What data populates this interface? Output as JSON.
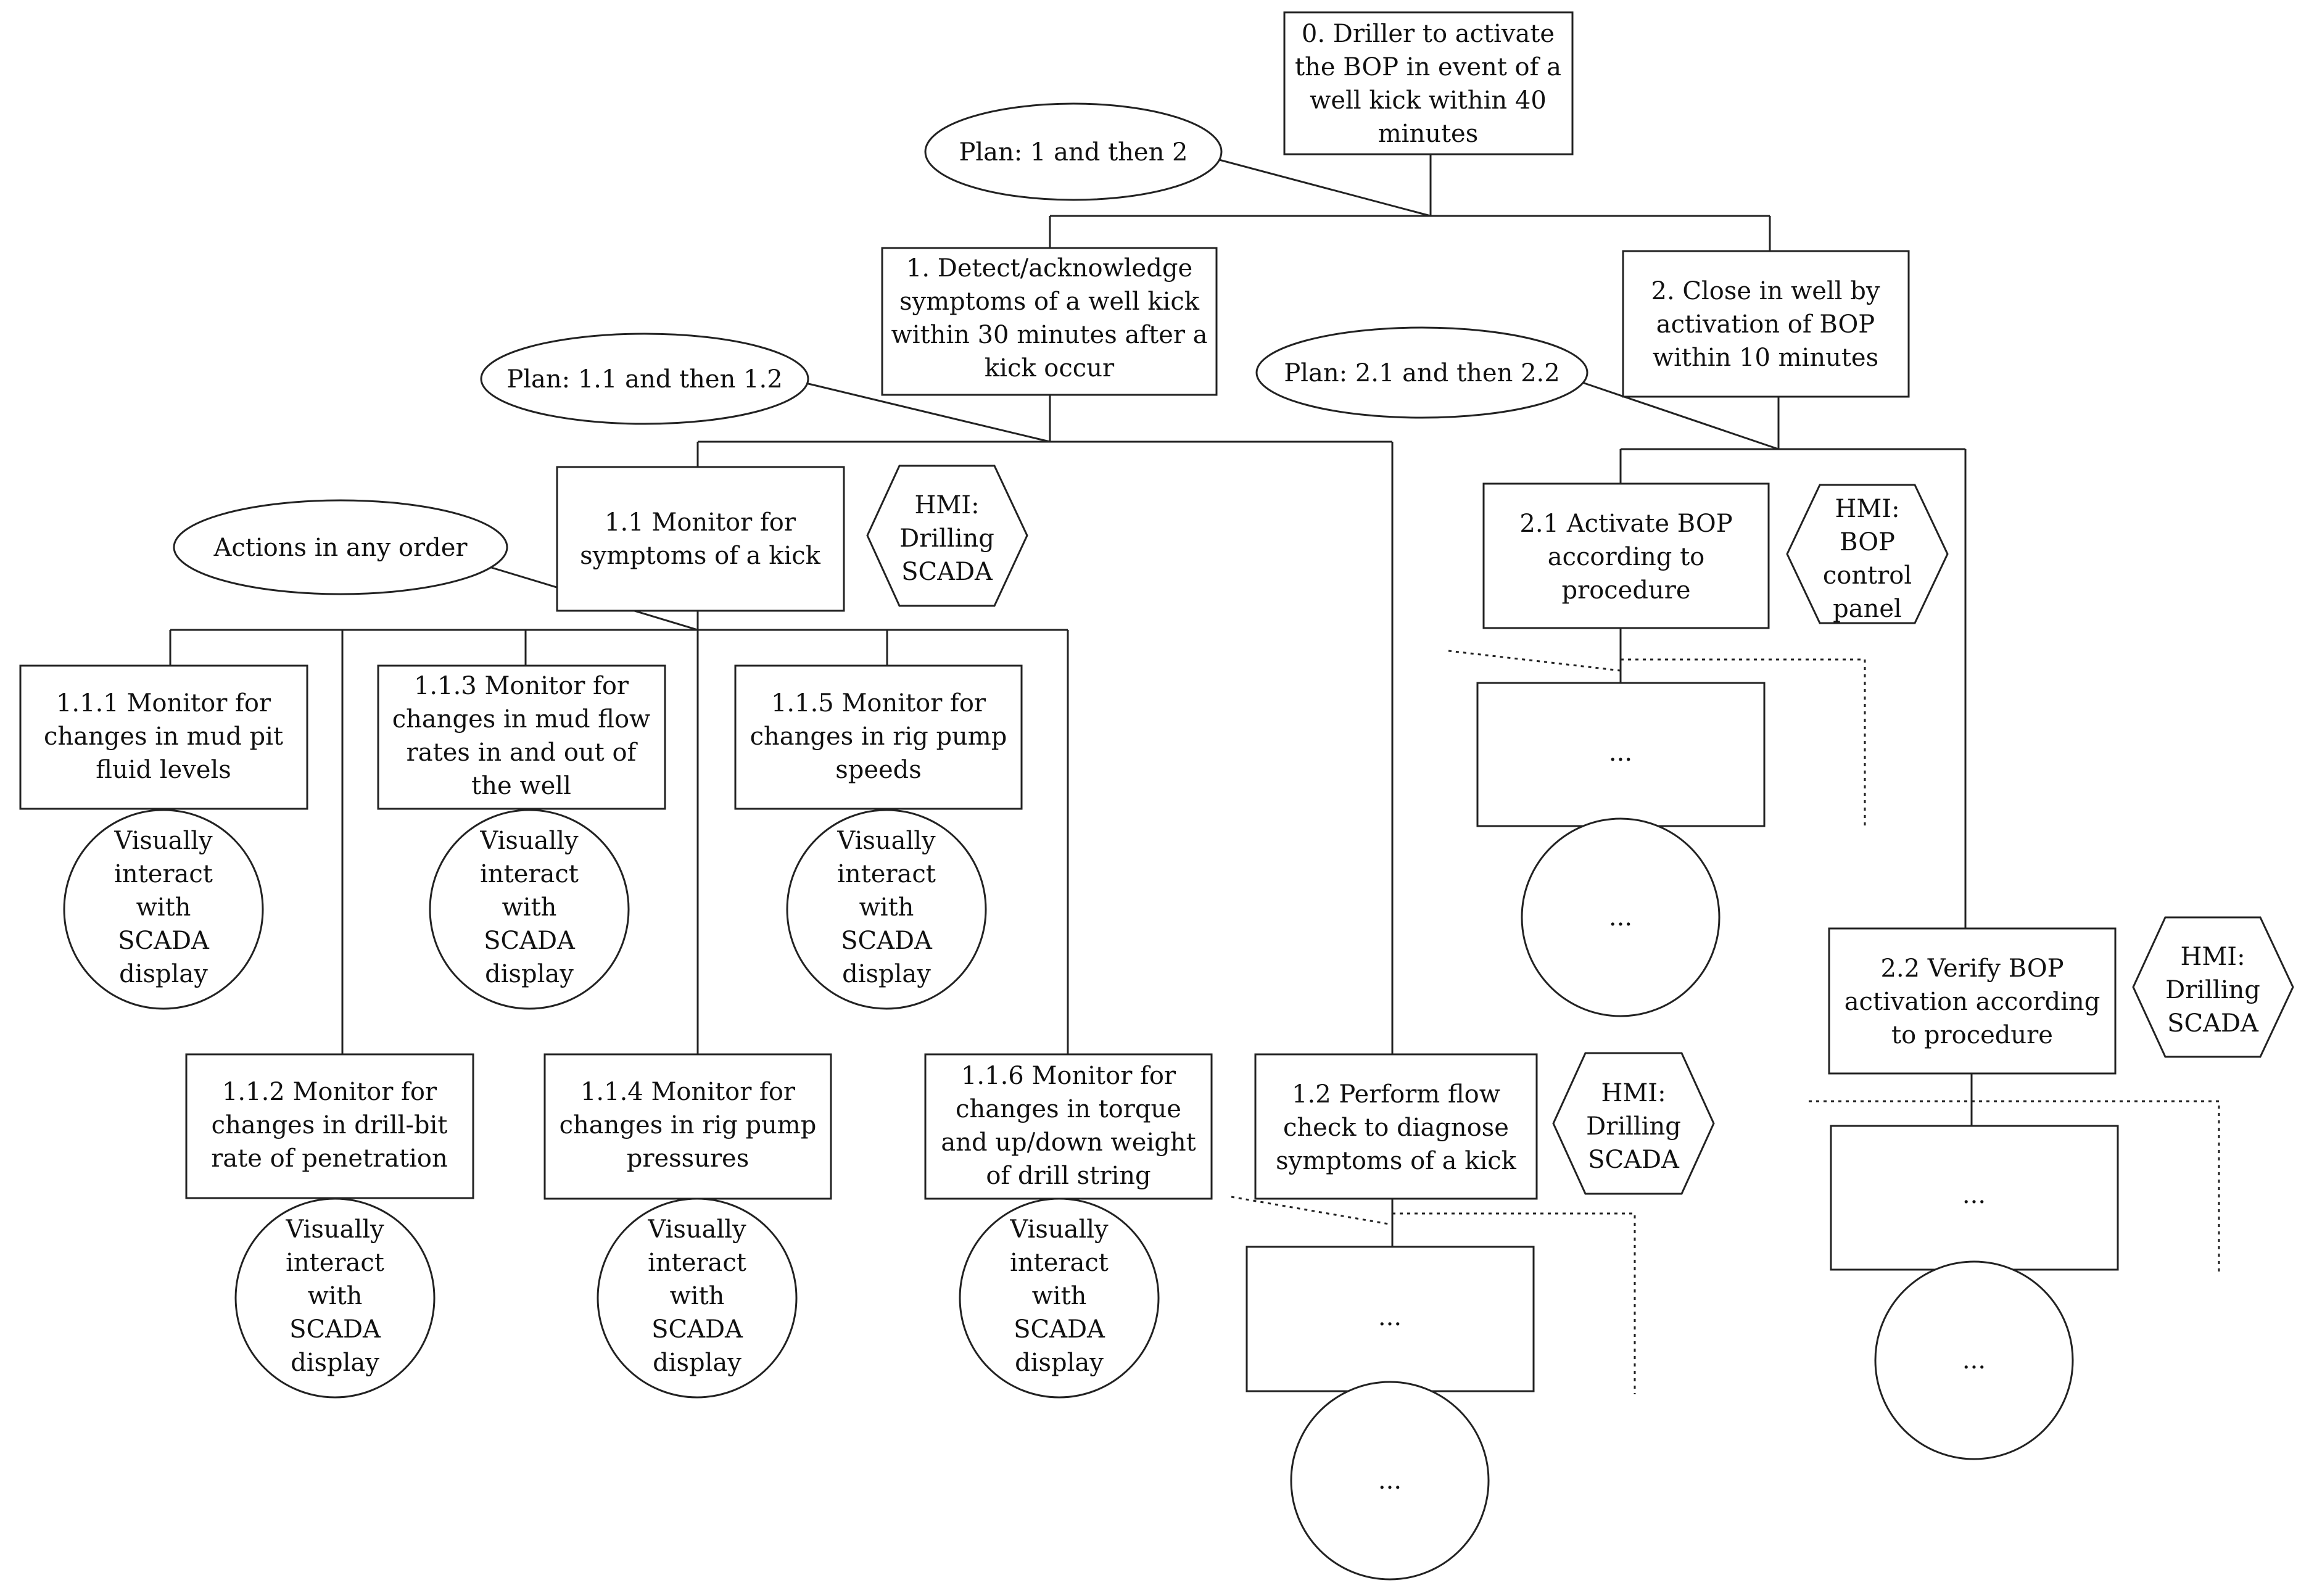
{
  "nodes": {
    "n0": "0. Driller to activate|the BOP in event of a|well kick within 40|minutes",
    "n1": "1. Detect/acknowledge|symptoms of a well kick|within 30 minutes after a|kick occur",
    "n2": "2. Close in well by|activation of BOP|within 10 minutes",
    "n1_1": "1.1 Monitor for|symptoms of a kick",
    "n1_2": "1.2 Perform flow|check to diagnose|symptoms of a kick",
    "n1_1_1": "1.1.1 Monitor for|changes in mud pit|fluid levels",
    "n1_1_2": "1.1.2 Monitor for|changes in drill-bit|rate of penetration",
    "n1_1_3": "1.1.3 Monitor for|changes in mud flow|rates in and out of|the well",
    "n1_1_4": "1.1.4 Monitor for|changes in rig pump|pressures",
    "n1_1_5": "1.1.5 Monitor for|changes in rig pump|speeds",
    "n1_1_6": "1.1.6 Monitor for|changes in torque|and up/down weight|of drill string",
    "n2_1": "2.1 Activate BOP|according to|procedure",
    "n2_2": "2.2 Verify BOP|activation according|to procedure",
    "ellipsis_box_1": "...",
    "ellipsis_box_2": "...",
    "ellipsis_box_3": "..."
  },
  "plans": {
    "plan0": "Plan: 1 and then 2",
    "plan1": "Plan: 1.1 and then 1.2",
    "plan2": "Plan: 2.1 and then 2.2",
    "plan1_1": "Actions in any order"
  },
  "hmi": {
    "hmi1_1": "HMI:|Drilling|SCADA",
    "hmi1_2": "HMI:|Drilling|SCADA",
    "hmi2_1": "HMI:|BOP|control|panel",
    "hmi2_2": "HMI:|Drilling|SCADA"
  },
  "interactions": {
    "c1_1_1": "Visually|interact|with|SCADA|display",
    "c1_1_2": "Visually|interact|with|SCADA|display",
    "c1_1_3": "Visually|interact|with|SCADA|display",
    "c1_1_4": "Visually|interact|with|SCADA|display",
    "c1_1_5": "Visually|interact|with|SCADA|display",
    "c1_1_6": "Visually|interact|with|SCADA|display",
    "c_ellipsis_1": "...",
    "c_ellipsis_2": "...",
    "c_ellipsis_3": "..."
  }
}
